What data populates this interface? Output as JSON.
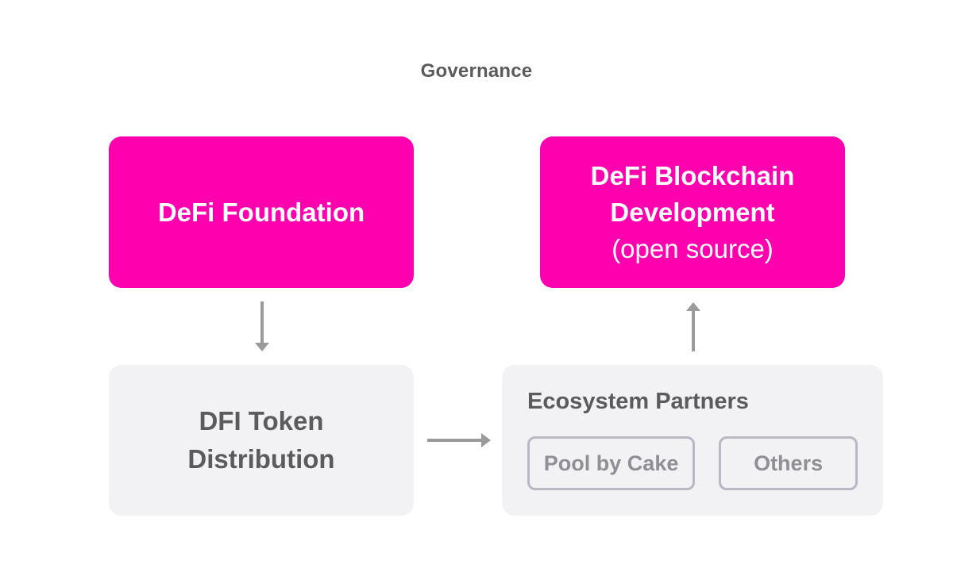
{
  "title": "Governance",
  "colors": {
    "node_pink": "#FF00AF",
    "node_gray": "#F2F2F4",
    "heading_text": "#5B5B5E",
    "white_text": "#FFFFFF",
    "partner_text": "#8F8F94",
    "partner_border": "#B9B7C1",
    "arrow": "#9A9A9A"
  },
  "nodes": {
    "defi_foundation": {
      "label": "DeFi Foundation"
    },
    "defi_blockchain_development": {
      "line1": "DeFi Blockchain",
      "line2": "Development",
      "line3": "(open source)"
    },
    "dfi_token_distribution": {
      "line1": "DFI Token",
      "line2": "Distribution"
    },
    "ecosystem_partners": {
      "title": "Ecosystem Partners",
      "partners": [
        "Pool by Cake",
        "Others"
      ]
    }
  }
}
